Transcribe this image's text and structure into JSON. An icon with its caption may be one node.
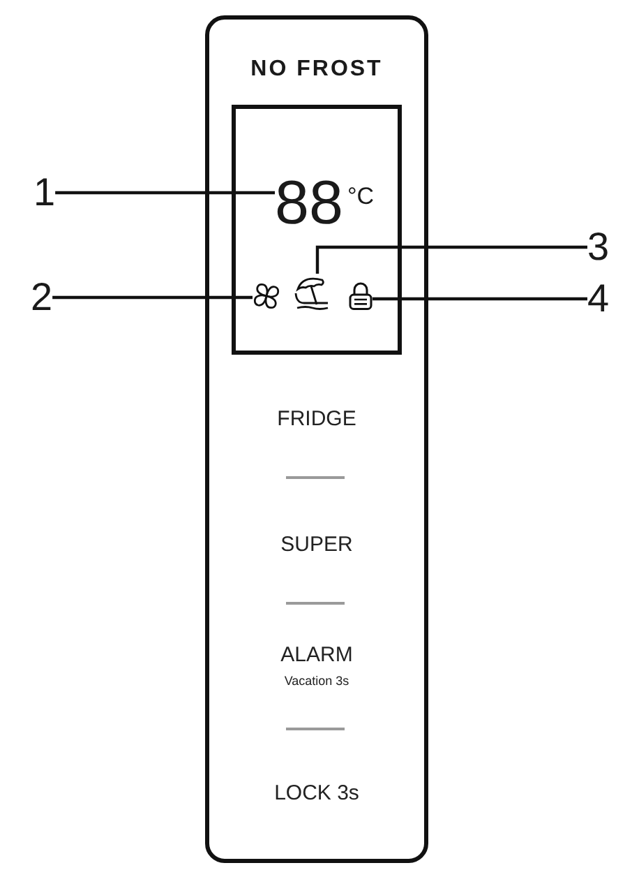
{
  "diagram": {
    "nodes": [
      {
        "text": [
          "NO FROST"
        ]
      },
      {
        "text": [],
        "shape": "box",
        "in": 0
      },
      {
        "text": [
          "88",
          "°C"
        ],
        "in": 1
      },
      {
        "text": [],
        "shape": "picture",
        "in": 1
      },
      {
        "text": [],
        "shape": "picture",
        "in": 1
      },
      {
        "text": [],
        "shape": "picture",
        "in": 1
      },
      {
        "text": [
          "1"
        ]
      },
      {
        "text": [
          "2"
        ]
      },
      {
        "text": [
          "3"
        ]
      },
      {
        "text": [
          "4"
        ]
      }
    ],
    "edges": [
      {
        "from": 6,
        "to": 2,
        "arrow": "none"
      },
      {
        "from": 7,
        "to": 3,
        "arrow": "none"
      },
      {
        "from": 8,
        "to": 4,
        "arrow": "none"
      },
      {
        "from": 9,
        "to": 5,
        "arrow": "none"
      }
    ],
    "labels": [
      "FRIDGE",
      "SUPER",
      "ALARM",
      "Vacation 3s",
      "LOCK 3s"
    ]
  }
}
